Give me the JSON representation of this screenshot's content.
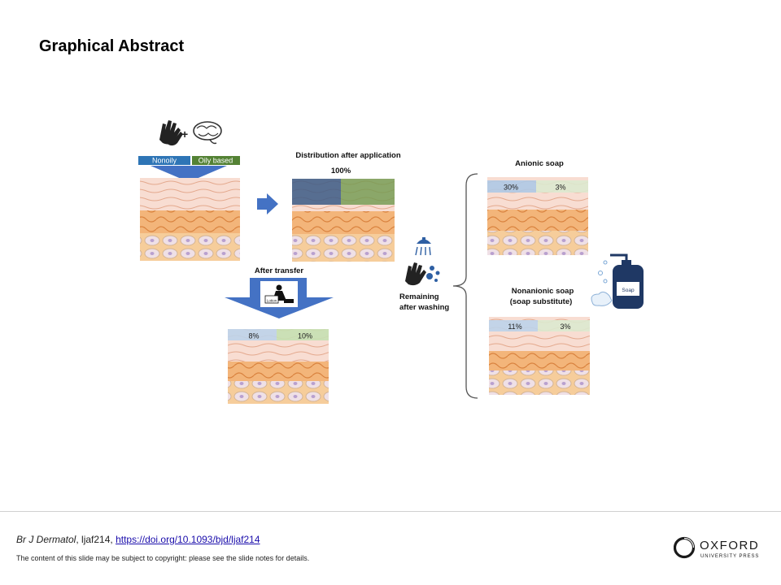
{
  "slide": {
    "title": "Graphical Abstract"
  },
  "figure": {
    "bar_nonoily": "Nonoily",
    "bar_oily": "Oily based",
    "distribution_title": "Distribution after application",
    "distribution_pct": "100%",
    "after_transfer": "After transfer",
    "lotion_label": "Lotion",
    "transfer_nonoily": "8%",
    "transfer_oily": "10%",
    "remaining_line1": "Remaining",
    "remaining_line2": "after washing",
    "anionic_title": "Anionic soap",
    "anionic_nonoily": "30%",
    "anionic_oily": "3%",
    "nonanionic_line1": "Nonanionic soap",
    "nonanionic_line2": "(soap substitute)",
    "nonanionic_nonoily": "11%",
    "nonanionic_oily": "3%",
    "soap_label": "Soap",
    "colors": {
      "nonoily": "#2e75b6",
      "oily": "#548235",
      "arrow": "#4472c4",
      "soap": "#1f3864"
    }
  },
  "footer": {
    "journal": "Br J Dermatol",
    "article_id": ", ljaf214, ",
    "doi": "https://doi.org/10.1093/bjd/ljaf214",
    "copyright": "The content of this slide may be subject to copyright: please see the slide notes for details.",
    "publisher_name": "OXFORD",
    "publisher_sub": "UNIVERSITY PRESS"
  }
}
